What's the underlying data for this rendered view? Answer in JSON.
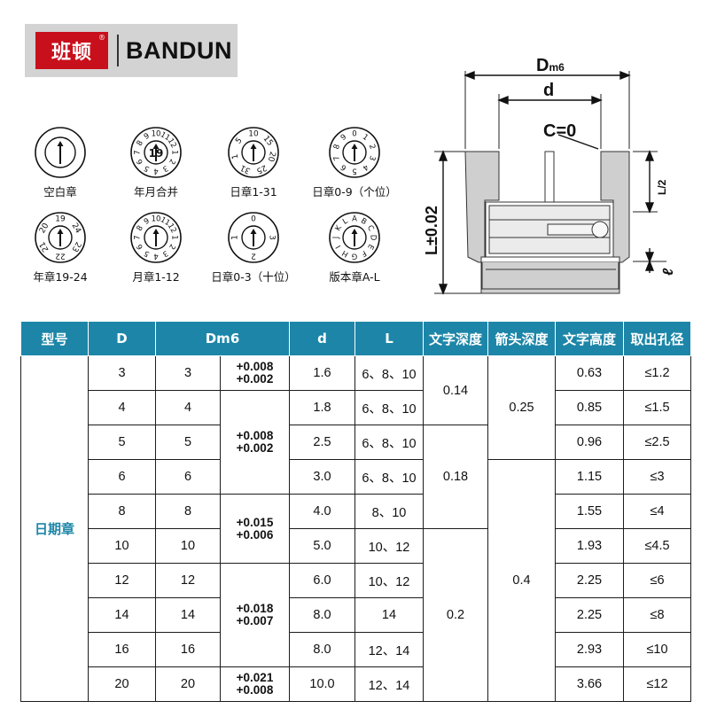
{
  "brand": {
    "cn": "班顿",
    "en": "BANDUN",
    "reg": "®"
  },
  "stamps": [
    {
      "id": "blank",
      "label": "空白章",
      "ring": [],
      "center": ""
    },
    {
      "id": "ym",
      "label": "年月合并",
      "ring": [
        "10",
        "11",
        "12",
        "1",
        "2",
        "3",
        "4",
        "5",
        "6",
        "7",
        "8",
        "9"
      ],
      "center": "19"
    },
    {
      "id": "d131",
      "label": "日章1-31",
      "ring": [
        "10",
        "15",
        "20",
        "25",
        "31",
        "1",
        "5"
      ],
      "center": ""
    },
    {
      "id": "d09",
      "label": "日章0-9（个位）",
      "ring": [
        "0",
        "1",
        "2",
        "3",
        "4",
        "5",
        "6",
        "7",
        "8",
        "9"
      ],
      "center": ""
    },
    {
      "id": "y1924",
      "label": "年章19-24",
      "ring": [
        "19",
        "24",
        "23",
        "22",
        "21",
        "20"
      ],
      "center": ""
    },
    {
      "id": "m112",
      "label": "月章1-12",
      "ring": [
        "10",
        "11",
        "12",
        "1",
        "2",
        "3",
        "4",
        "5",
        "6",
        "7",
        "8",
        "9"
      ],
      "center": ""
    },
    {
      "id": "d03",
      "label": "日章0-3（十位）",
      "ring": [
        "0",
        "3",
        "2",
        "1"
      ],
      "center": ""
    },
    {
      "id": "al",
      "label": "版本章A-L",
      "ring": [
        "A",
        "B",
        "C",
        "D",
        "E",
        "F",
        "G",
        "H",
        "I",
        "J",
        "K",
        "L"
      ],
      "center": ""
    }
  ],
  "drawing": {
    "dm6": "D",
    "dm6_sub": "m6",
    "d": "d",
    "chamfer": "C=0",
    "length": "L±0.02",
    "half": "L/2",
    "ell": "ℓ"
  },
  "table": {
    "headers": [
      "型号",
      "D",
      "Dm6",
      "d",
      "L",
      "文字深度",
      "箭头深度",
      "文字高度",
      "取出孔径"
    ],
    "model": "日期章",
    "rows": [
      {
        "D": "3",
        "Dm6": "3",
        "d": "1.6",
        "L": "6、8、10",
        "h": "0.63",
        "hole": "≤1.2"
      },
      {
        "D": "4",
        "Dm6": "4",
        "d": "1.8",
        "L": "6、8、10",
        "h": "0.85",
        "hole": "≤1.5"
      },
      {
        "D": "5",
        "Dm6": "5",
        "d": "2.5",
        "L": "6、8、10",
        "h": "0.96",
        "hole": "≤2.5"
      },
      {
        "D": "6",
        "Dm6": "6",
        "d": "3.0",
        "L": "6、8、10",
        "h": "1.15",
        "hole": "≤3"
      },
      {
        "D": "8",
        "Dm6": "8",
        "d": "4.0",
        "L": "8、10",
        "h": "1.55",
        "hole": "≤4"
      },
      {
        "D": "10",
        "Dm6": "10",
        "d": "5.0",
        "L": "10、12",
        "h": "1.93",
        "hole": "≤4.5"
      },
      {
        "D": "12",
        "Dm6": "12",
        "d": "6.0",
        "L": "10、12",
        "h": "2.25",
        "hole": "≤6"
      },
      {
        "D": "14",
        "Dm6": "14",
        "d": "8.0",
        "L": "14",
        "h": "2.25",
        "hole": "≤8"
      },
      {
        "D": "16",
        "Dm6": "16",
        "d": "8.0",
        "L": "12、14",
        "h": "2.93",
        "hole": "≤10"
      },
      {
        "D": "20",
        "Dm6": "20",
        "d": "10.0",
        "L": "12、14",
        "h": "3.66",
        "hole": "≤12"
      }
    ],
    "tolerances": [
      {
        "upper": "+0.008",
        "lower": "+0.002"
      },
      {
        "upper": "+0.008",
        "lower": "+0.002"
      },
      {
        "upper": "+0.015",
        "lower": "+0.006"
      },
      {
        "upper": "+0.018",
        "lower": "+0.007"
      },
      {
        "upper": "+0.021",
        "lower": "+0.008"
      }
    ],
    "text_depth": [
      "0.14",
      "0.18",
      "0.2"
    ],
    "arrow_depth": [
      "0.25",
      "0.4"
    ]
  }
}
